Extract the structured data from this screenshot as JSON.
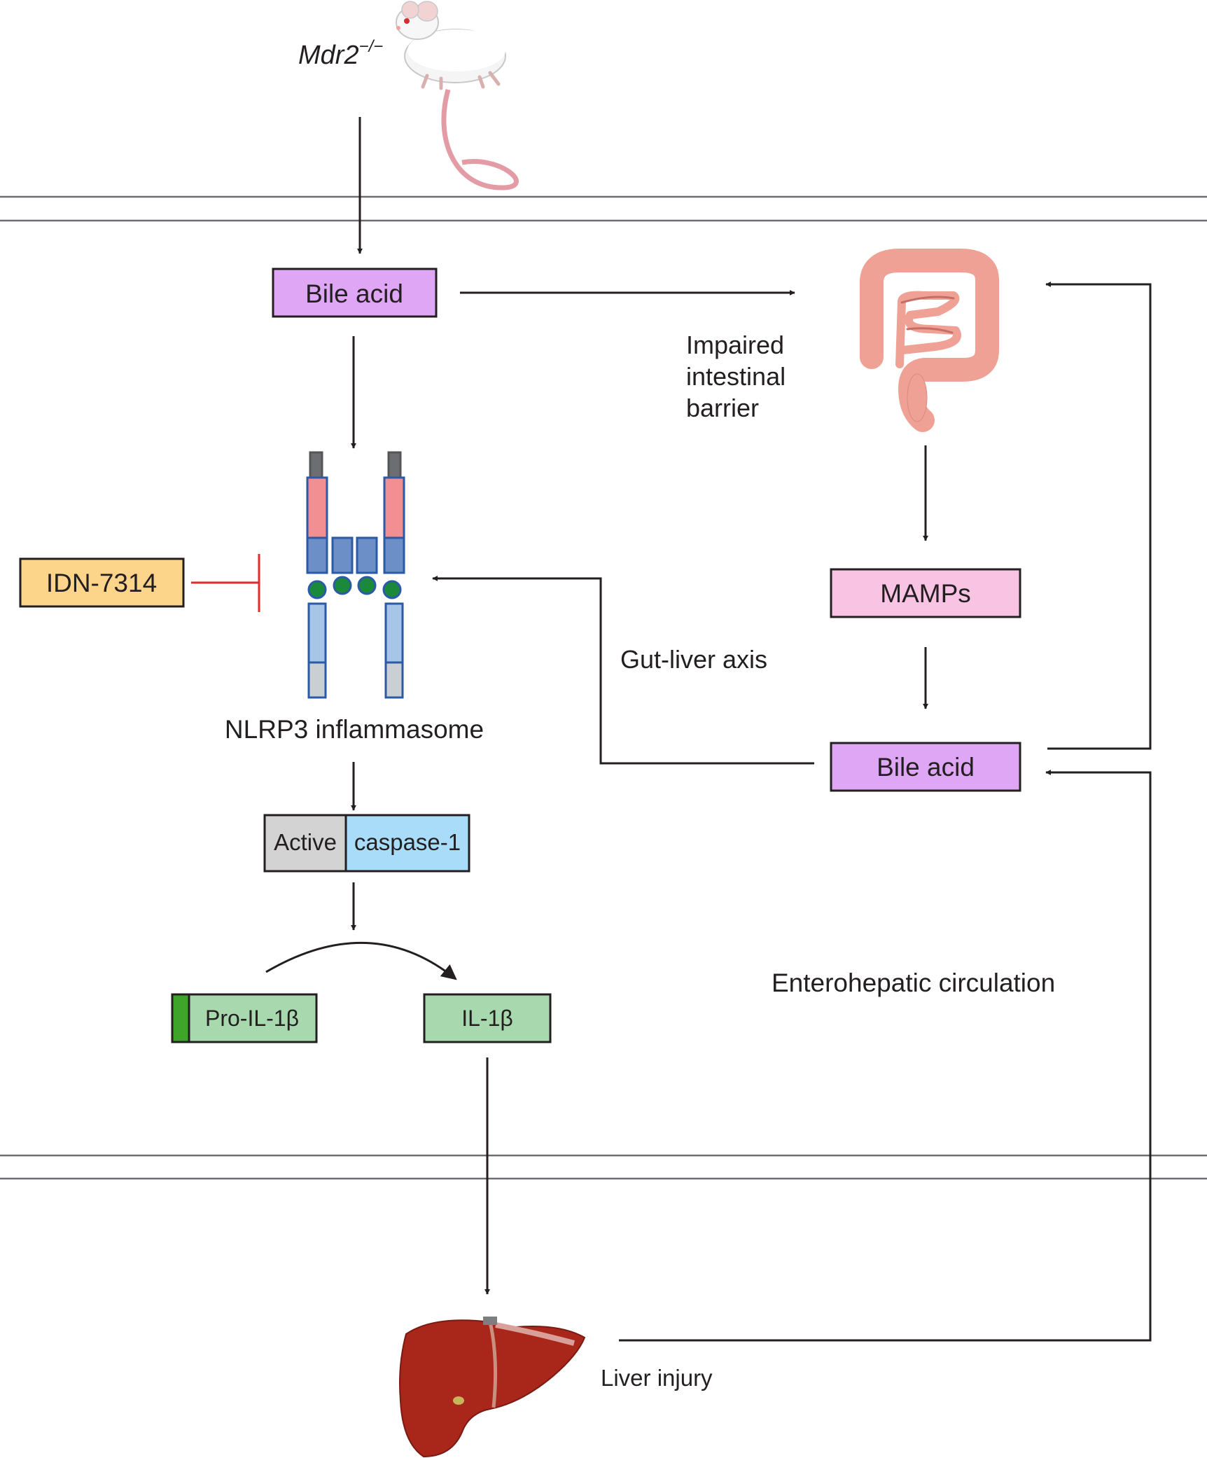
{
  "mouse_label": "Mdr2",
  "mouse_superscript": "−/−",
  "bile_acid_top": "Bile acid",
  "impaired_barrier": [
    "Impaired",
    "intestinal",
    "barrier"
  ],
  "idn": "IDN-7314",
  "nlrp3": "NLRP3 inflammasome",
  "gut_liver_axis": "Gut-liver axis",
  "mamps": "MAMPs",
  "bile_acid_right": "Bile acid",
  "active": "Active",
  "caspase": "caspase-1",
  "pro_il1b": "Pro-IL-1β",
  "il1b": "IL-1β",
  "enterohepatic": "Enterohepatic circulation",
  "liver_injury": "Liver injury",
  "colors": {
    "bile_acid": "#dfa6f5",
    "mamps": "#f9c3e3",
    "idn": "#fdd58a",
    "active": "#d3d3d3",
    "caspase": "#a8dcf8",
    "il": "#a8d8ad",
    "pro_tag": "#3fa52a",
    "inhibit": "#e22b2b",
    "nlrp_pink": "#f28f93",
    "nlrp_blue": "#6c8fc8",
    "nlrp_light": "#a6c5e7",
    "nlrp_gray": "#c9cfd2",
    "nlrp_dot": "#1a8a3a",
    "intestine": "#f0a196",
    "liver": "#a8261a"
  }
}
